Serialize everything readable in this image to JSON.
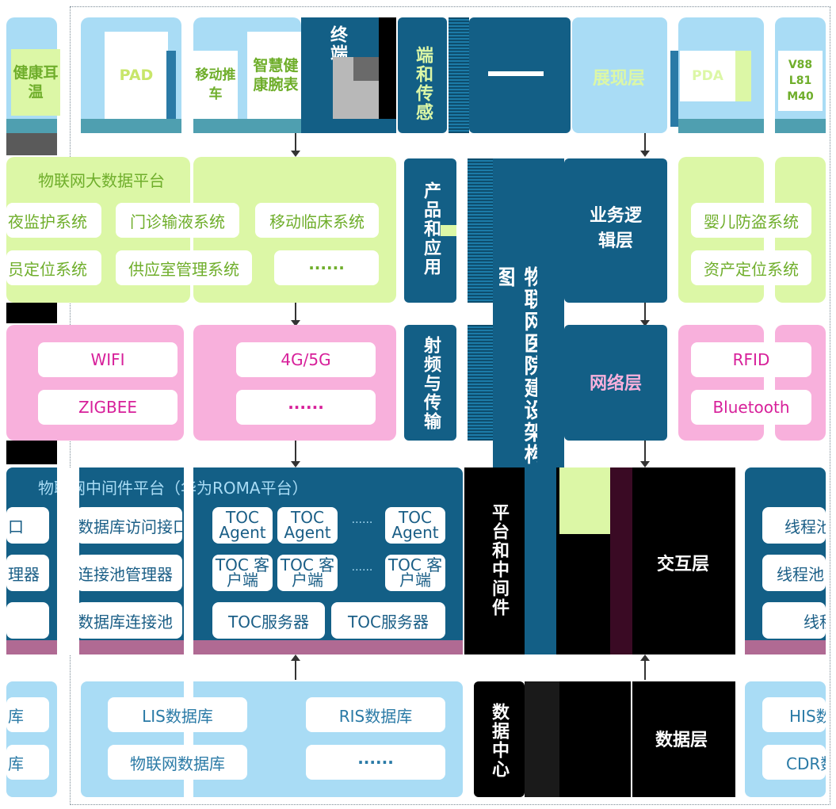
{
  "terminal_layer": {
    "devices": [
      "健康耳温",
      "PAD",
      "移动推车",
      "智慧健康腕表",
      "PDA",
      "V88 L81 M40"
    ],
    "section_label": "终端",
    "sensing_label": "端和传感",
    "layer_label": "展现层"
  },
  "application_layer": {
    "panel_title": "物联网大数据平台",
    "left_items": [
      "夜监护系统",
      "员定位系统"
    ],
    "center_items": [
      "门诊输液系统",
      "移动临床系统",
      "供应室管理系统",
      "······"
    ],
    "right_items": [
      "婴儿防盗系统",
      "资产定位系统"
    ],
    "section_label": "产品和应用",
    "layer_label": "业务逻辑层"
  },
  "network_layer": {
    "left_items": [
      "WIFI",
      "ZIGBEE"
    ],
    "center_items": [
      "4G/5G",
      "······"
    ],
    "right_items": [
      "RFID",
      "Bluetooth"
    ],
    "section_label": "射频与传输",
    "layer_label": "网络层"
  },
  "main_title": "物联网医院建设架构图",
  "middleware_layer": {
    "panel_title": "物联网中间件平台（华为ROMA平台）",
    "left_items": [
      "数据库访问接口",
      "连接池管理器",
      "数据库连接池"
    ],
    "edge_items": [
      "口",
      "理器"
    ],
    "toc_agents": [
      "TOC Agent",
      "TOC Agent",
      "TOC Agent"
    ],
    "toc_clients": [
      "TOC 客户端",
      "TOC 客户端",
      "TOC 客户端"
    ],
    "toc_servers": [
      "TOC服务器",
      "TOC服务器"
    ],
    "ellipsis": "······",
    "right_items": [
      "线程池",
      "线程池",
      "线程"
    ],
    "section_label": "平台和中间件",
    "layer_label": "交互层"
  },
  "data_layer": {
    "left_edge": [
      "库",
      "库"
    ],
    "center_items": [
      "LIS数据库",
      "RIS数据库",
      "物联网数据库",
      "······"
    ],
    "right_items": [
      "HIS数据库",
      "CDR数据库"
    ],
    "section_label": "数据中心",
    "layer_label": "数据层"
  }
}
